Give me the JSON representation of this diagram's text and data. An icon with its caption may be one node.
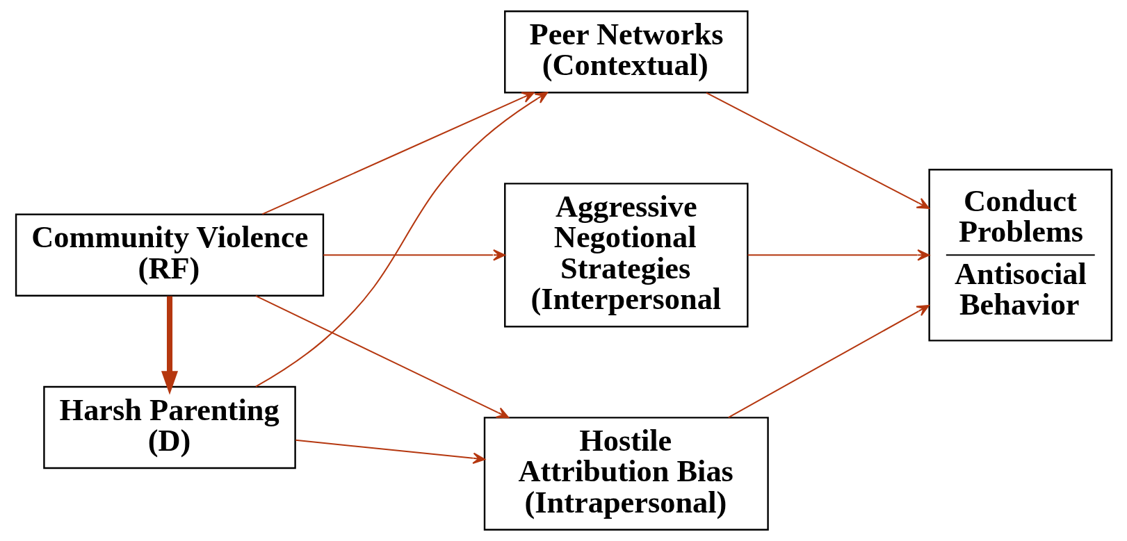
{
  "diagram": {
    "nodes": [
      {
        "text": [
          "Community Violence (RF)"
        ]
      },
      {
        "text": [
          "Harsh Parenting (D)"
        ]
      },
      {
        "text": [
          "Peer Networks (Contextual)"
        ]
      },
      {
        "text": [
          "Aggressive Negotional Strategies (Interpersonal"
        ]
      },
      {
        "text": [
          "Hostile Attribution Bias (Intrapersonal)"
        ]
      },
      {
        "text": [
          "Conduct Problems",
          "Antisocial Behavior"
        ]
      }
    ],
    "edges": [
      {
        "from": 0,
        "to": 2,
        "arrow": "to"
      },
      {
        "from": 0,
        "to": 3,
        "arrow": "to"
      },
      {
        "from": 0,
        "to": 4,
        "arrow": "to"
      },
      {
        "from": 0,
        "to": 1,
        "arrow": "to",
        "style": "thick"
      },
      {
        "from": 1,
        "to": 2,
        "arrow": "to"
      },
      {
        "from": 1,
        "to": 4,
        "arrow": "to"
      },
      {
        "from": 2,
        "to": 5,
        "arrow": "to"
      },
      {
        "from": 3,
        "to": 5,
        "arrow": "to"
      },
      {
        "from": 4,
        "to": 5,
        "arrow": "to"
      }
    ]
  }
}
